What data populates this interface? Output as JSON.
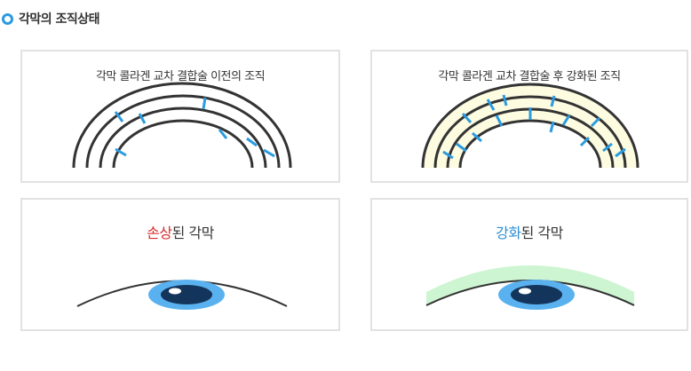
{
  "header": {
    "title": "각막의 조직상태"
  },
  "panels": {
    "before": {
      "title": "각막 콜라겐 교차 결합술 이전의 조직"
    },
    "after": {
      "title": "각막 콜라겐 교차 결합술 후 강화된 조직"
    },
    "damaged": {
      "accent": "손상",
      "rest": "된 각막"
    },
    "strengthened": {
      "accent": "강화",
      "rest": "된 각막"
    }
  },
  "colors": {
    "accent_blue": "#2b9be0",
    "damaged_red": "#d62e2e",
    "strengthened_blue": "#2b8fd6",
    "line_dark": "#333333",
    "cornea_fill": "#fdfbe0",
    "reinforced_green": "#cdf5d2",
    "iris_blue": "#5ab1ef",
    "pupil_navy": "#14355b"
  }
}
